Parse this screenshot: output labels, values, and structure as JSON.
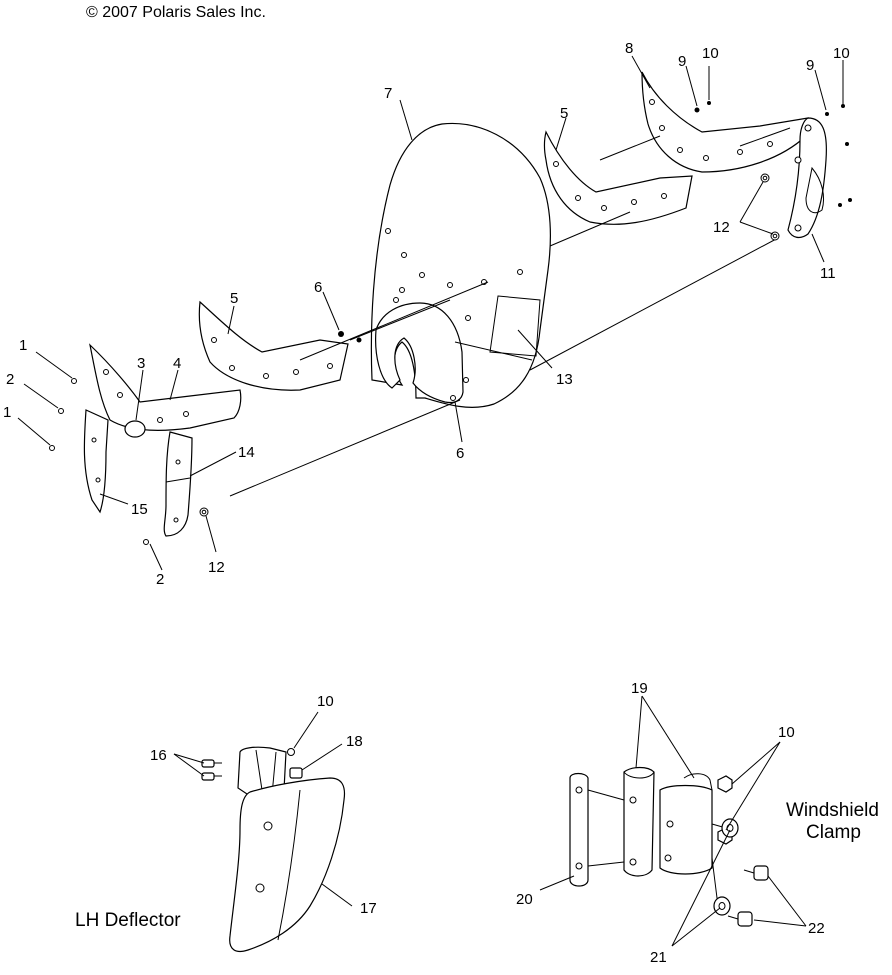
{
  "copyright": "© 2007 Polaris Sales Inc.",
  "captions": {
    "lh_deflector": "LH Deflector",
    "windshield_clamp_line1": "Windshield",
    "windshield_clamp_line2": "Clamp"
  },
  "callouts": {
    "c1a": "1",
    "c1b": "1",
    "c2a": "2",
    "c2b": "2",
    "c3": "3",
    "c4": "4",
    "c5a": "5",
    "c5b": "5",
    "c6a": "6",
    "c6b": "6",
    "c7": "7",
    "c8": "8",
    "c9a": "9",
    "c9b": "9",
    "c10a": "10",
    "c10b": "10",
    "c10c": "10",
    "c10d": "10",
    "c11": "11",
    "c12a": "12",
    "c12b": "12",
    "c13": "13",
    "c14": "14",
    "c15": "15",
    "c16": "16",
    "c17": "17",
    "c18": "18",
    "c19": "19",
    "c20": "20",
    "c21": "21",
    "c22": "22"
  }
}
